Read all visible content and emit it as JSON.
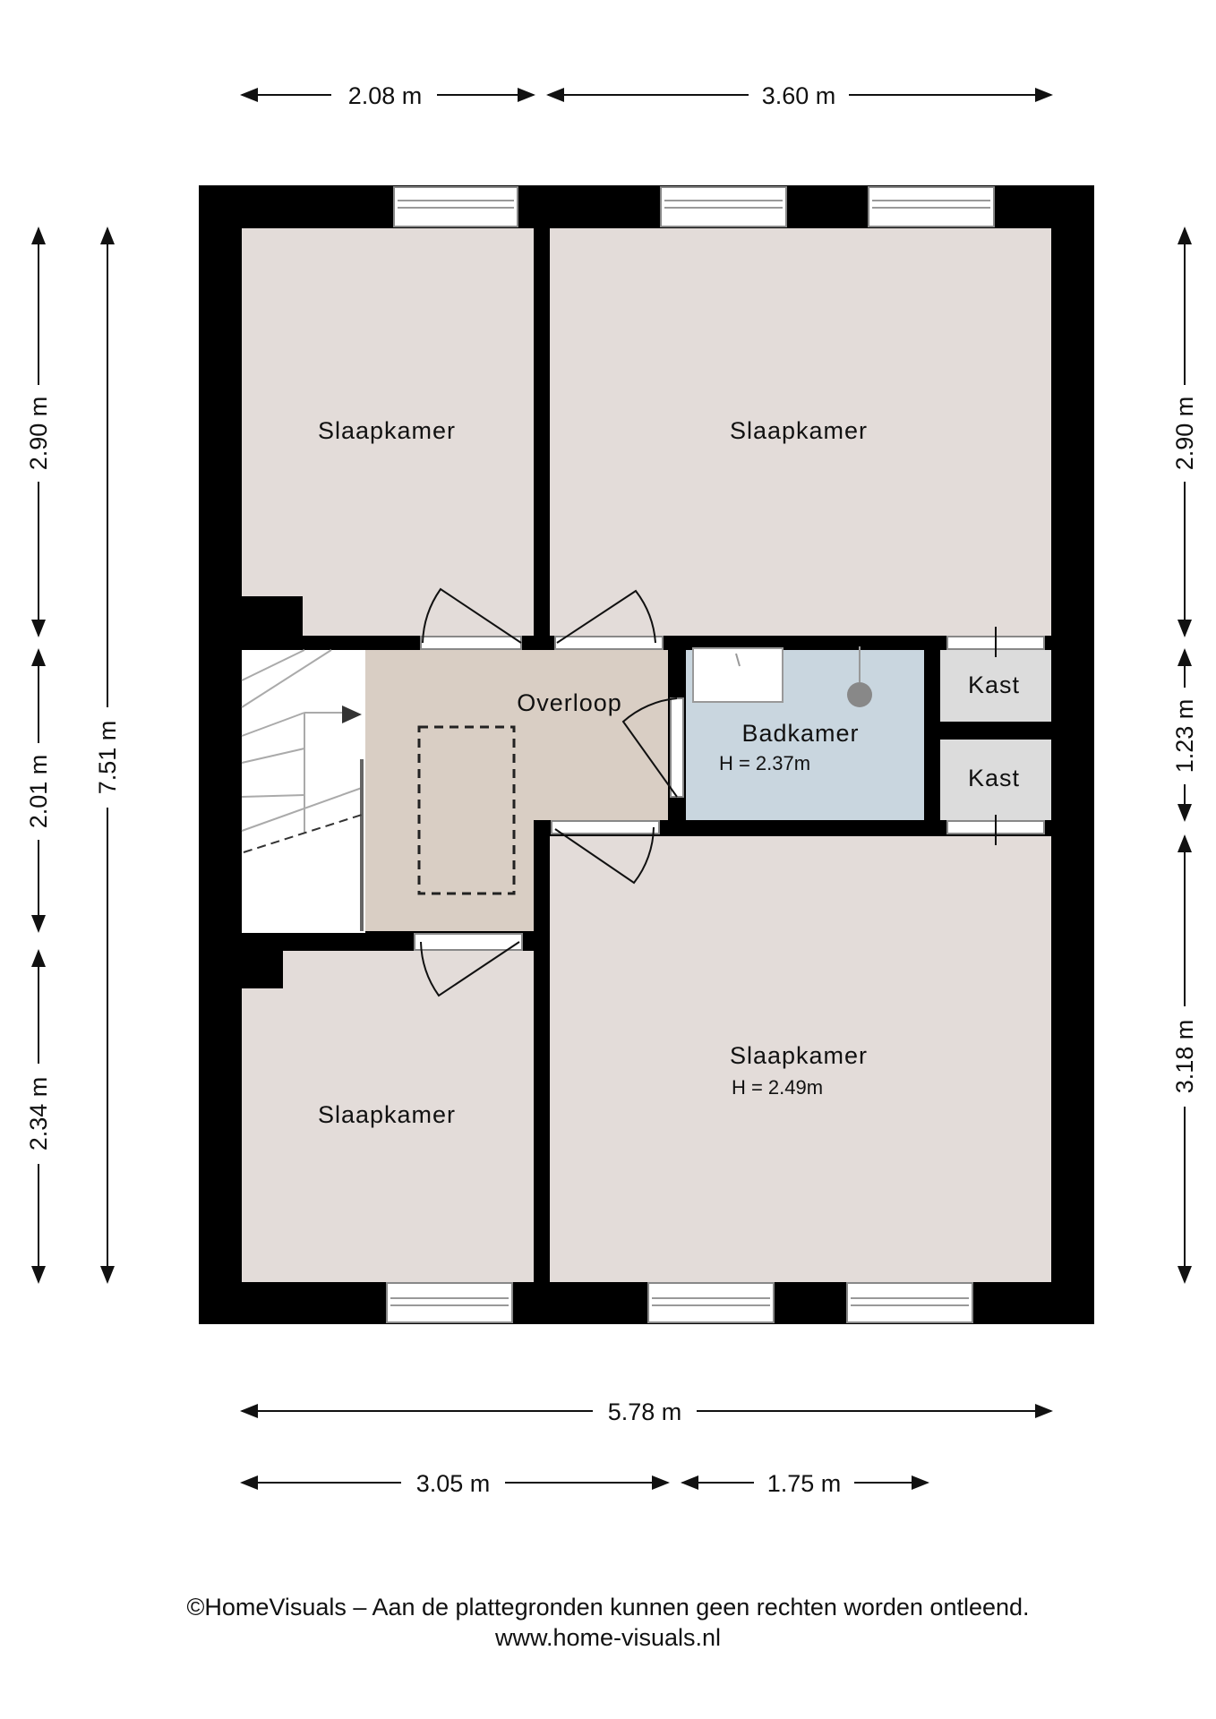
{
  "colors": {
    "wall": "#000000",
    "bedroom_floor": "#e3dcd9",
    "landing_floor": "#d9cec4",
    "bathroom_floor": "#c9d6df",
    "storage_floor": "#dcdcdc",
    "stair_floor": "#ffffff"
  },
  "rooms": {
    "bedroom_top_left": {
      "name": "Slaapkamer"
    },
    "bedroom_top_right": {
      "name": "Slaapkamer"
    },
    "landing": {
      "name": "Overloop"
    },
    "bathroom": {
      "name": "Badkamer",
      "height": "H = 2.37m"
    },
    "closet_top": {
      "name": "Kast"
    },
    "closet_bottom": {
      "name": "Kast"
    },
    "bedroom_bottom_left": {
      "name": "Slaapkamer"
    },
    "bedroom_bottom_right": {
      "name": "Slaapkamer",
      "height": "H = 2.49m"
    }
  },
  "dimensions": {
    "top_left": "2.08 m",
    "top_right": "3.60 m",
    "left_top": "2.90 m",
    "left_middle": "2.01 m",
    "left_bottom": "2.34 m",
    "left_total": "7.51 m",
    "right_top": "2.90 m",
    "right_middle": "1.23 m",
    "right_bottom": "3.18 m",
    "bottom_total": "5.78 m",
    "bottom_left": "3.05 m",
    "bottom_right": "1.75 m"
  },
  "footer": {
    "disclaimer": "©HomeVisuals – Aan de plattegronden kunnen geen rechten worden ontleend.",
    "website": "www.home-visuals.nl"
  }
}
